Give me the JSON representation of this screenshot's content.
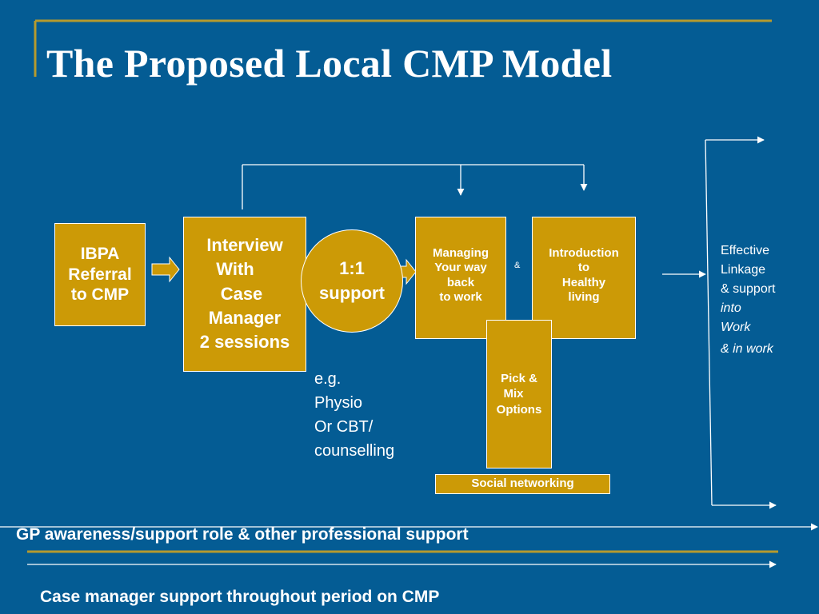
{
  "slide": {
    "title": "The Proposed Local CMP Model"
  },
  "diagram": {
    "ibpa": [
      "IBPA",
      "Referral",
      "to CMP"
    ],
    "interview": [
      "Interview",
      "With",
      "Case",
      "Manager",
      "2 sessions"
    ],
    "support": [
      "1:1",
      "support"
    ],
    "support_examples": [
      "e.g.",
      "Physio",
      "Or CBT/",
      "counselling"
    ],
    "managing": [
      "Managing",
      "Your way",
      "back",
      "to work"
    ],
    "ampersand": "&",
    "introduction": [
      "Introduction",
      "to",
      "Healthy",
      "living"
    ],
    "pick_mix": [
      "Pick &",
      "Mix",
      "Options"
    ],
    "social": "Social networking",
    "outcome": [
      "Effective",
      "Linkage",
      "& support",
      "into",
      "Work",
      "& in work"
    ]
  },
  "footer": {
    "gp_line": "GP awareness/support role & other professional support",
    "case_manager_line": "Case manager support throughout period on CMP"
  },
  "colors": {
    "background": "#045c94",
    "box_fill": "#cc9a06",
    "accent_line": "#b59a2e",
    "text": "#ffffff"
  }
}
